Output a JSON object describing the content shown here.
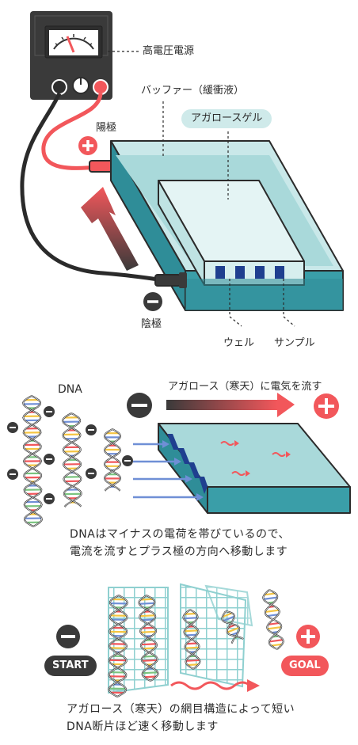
{
  "section1": {
    "power_supply_label": "高電圧電源",
    "buffer_label": "バッファー（緩衝液）",
    "gel_label": "アガロースゲル",
    "anode_label": "陽極",
    "cathode_label": "陰極",
    "well_label": "ウェル",
    "sample_label": "サンプル"
  },
  "section2": {
    "dna_label": "DNA",
    "field_label": "アガロース（寒天）に電気を流す",
    "caption_line1": "DNAはマイナスの電荷を帯びているので、",
    "caption_line2": "電流を流すとプラス極の方向へ移動します"
  },
  "section3": {
    "start_label": "START",
    "goal_label": "GOAL",
    "caption_line1": "アガロース（寒天）の網目構造によって短い",
    "caption_line2": "DNA断片ほど速く移動します"
  },
  "colors": {
    "dark": "#3a3a3a",
    "red": "#f2575b",
    "gel_teal": "#a9d9da",
    "gel_dark": "#2f8d98",
    "well_blue": "#1f3f8f",
    "pill_bg": "#cfeaea"
  }
}
